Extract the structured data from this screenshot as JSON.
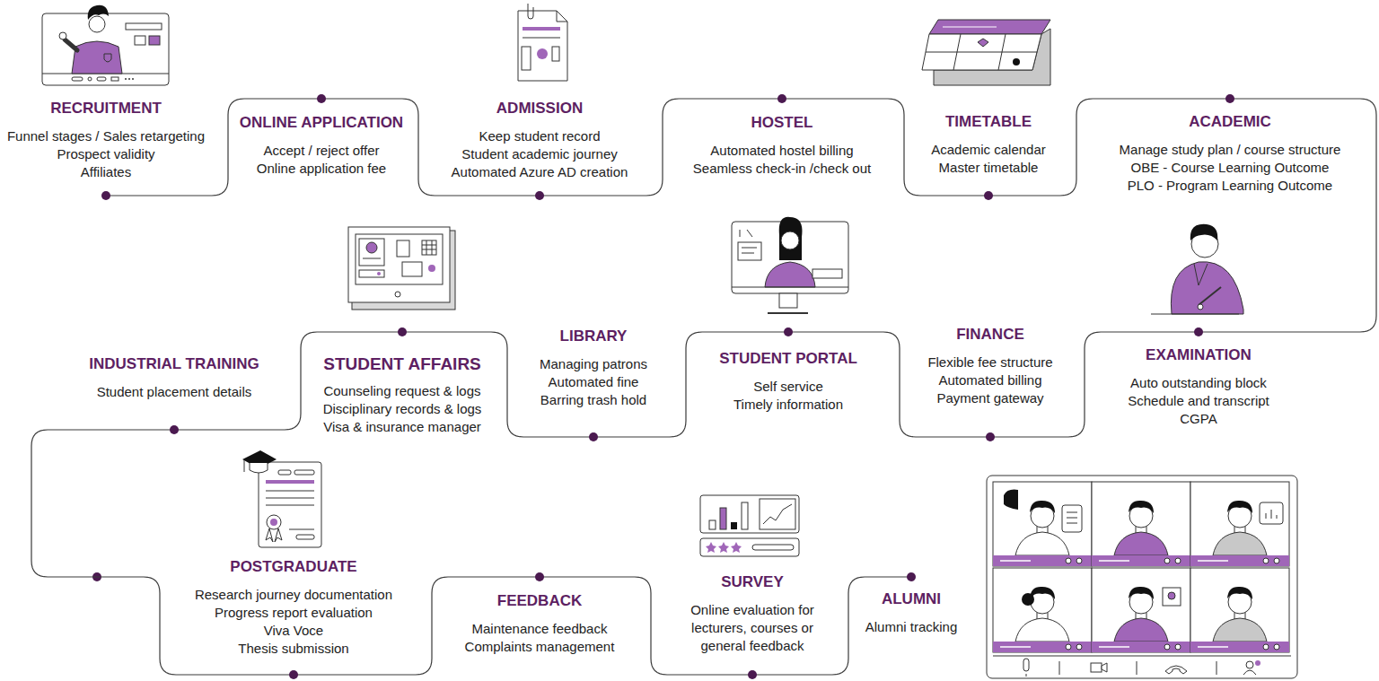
{
  "diagram": {
    "nodes": [
      {
        "text": [
          "RECRUITMENT",
          "Funnel stages / Sales retargeting",
          "Prospect validity",
          "Affiliates"
        ]
      },
      {
        "text": [
          "ONLINE APPLICATION",
          "Accept / reject offer",
          "Online application fee"
        ]
      },
      {
        "text": [
          "ADMISSION",
          "Keep student record",
          "Student academic journey",
          "Automated Azure AD creation"
        ]
      },
      {
        "text": [
          "HOSTEL",
          "Automated hostel billing",
          "Seamless check-in /check out"
        ]
      },
      {
        "text": [
          "TIMETABLE",
          "Academic calendar",
          "Master timetable"
        ]
      },
      {
        "text": [
          "ACADEMIC",
          "Manage study plan / course structure",
          "OBE - Course Learning Outcome",
          "PLO - Program Learning Outcome"
        ]
      },
      {
        "text": [
          "EXAMINATION",
          "Auto outstanding block",
          "Schedule and transcript",
          "CGPA"
        ]
      },
      {
        "text": [
          "FINANCE",
          "Flexible fee structure",
          "Automated billing",
          "Payment gateway"
        ]
      },
      {
        "text": [
          "STUDENT PORTAL",
          "Self service",
          "Timely information"
        ]
      },
      {
        "text": [
          "LIBRARY",
          "Managing patrons",
          "Automated fine",
          "Barring trash hold"
        ]
      },
      {
        "text": [
          "STUDENT AFFAIRS",
          "Counseling request & logs",
          "Disciplinary records & logs",
          "Visa & insurance manager"
        ]
      },
      {
        "text": [
          "INDUSTRIAL TRAINING",
          "Student placement details"
        ]
      },
      {
        "text": [
          "POSTGRADUATE",
          "Research journey documentation",
          "Progress report evaluation",
          "Viva Voce",
          "Thesis submission"
        ]
      },
      {
        "text": [
          "FEEDBACK",
          "Maintenance feedback",
          "Complaints management"
        ]
      },
      {
        "text": [
          "SURVEY",
          "Online evaluation for lecturers, courses or general feedback"
        ]
      },
      {
        "text": [
          "ALUMNI",
          "Alumni tracking"
        ]
      }
    ],
    "edges": [
      {
        "from": 0,
        "to": 1,
        "arrow": "none"
      },
      {
        "from": 1,
        "to": 2,
        "arrow": "none"
      },
      {
        "from": 2,
        "to": 3,
        "arrow": "none"
      },
      {
        "from": 3,
        "to": 4,
        "arrow": "none"
      },
      {
        "from": 4,
        "to": 5,
        "arrow": "none"
      },
      {
        "from": 5,
        "to": 6,
        "arrow": "none"
      },
      {
        "from": 6,
        "to": 7,
        "arrow": "none"
      },
      {
        "from": 7,
        "to": 8,
        "arrow": "none"
      },
      {
        "from": 8,
        "to": 9,
        "arrow": "none"
      },
      {
        "from": 9,
        "to": 10,
        "arrow": "none"
      },
      {
        "from": 10,
        "to": 11,
        "arrow": "none"
      },
      {
        "from": 11,
        "to": 12,
        "arrow": "none"
      },
      {
        "from": 12,
        "to": 13,
        "arrow": "none"
      },
      {
        "from": 13,
        "to": 14,
        "arrow": "none"
      },
      {
        "from": 14,
        "to": 15,
        "arrow": "none"
      }
    ]
  }
}
